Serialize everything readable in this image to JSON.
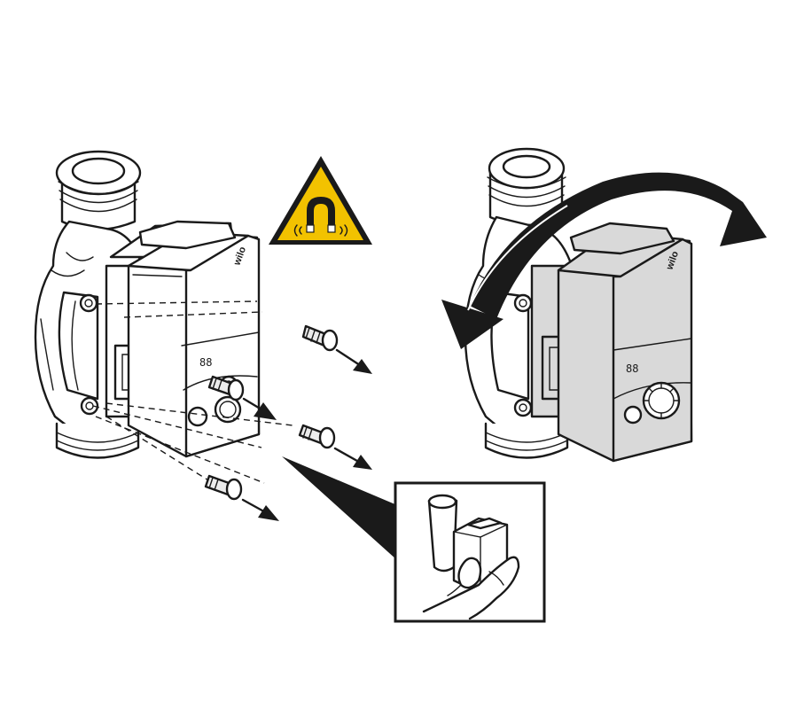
{
  "figure": {
    "brand_label_left": "wilo",
    "brand_label_right": "wilo",
    "display_digits_left": "88",
    "display_digits_right": "88",
    "warning_sign_icon": "magnet-warning-icon",
    "colors": {
      "warning_yellow": "#f2c200",
      "line": "#1a1a1a",
      "housing_grey": "#d9d9d9",
      "background": "#ffffff"
    }
  }
}
